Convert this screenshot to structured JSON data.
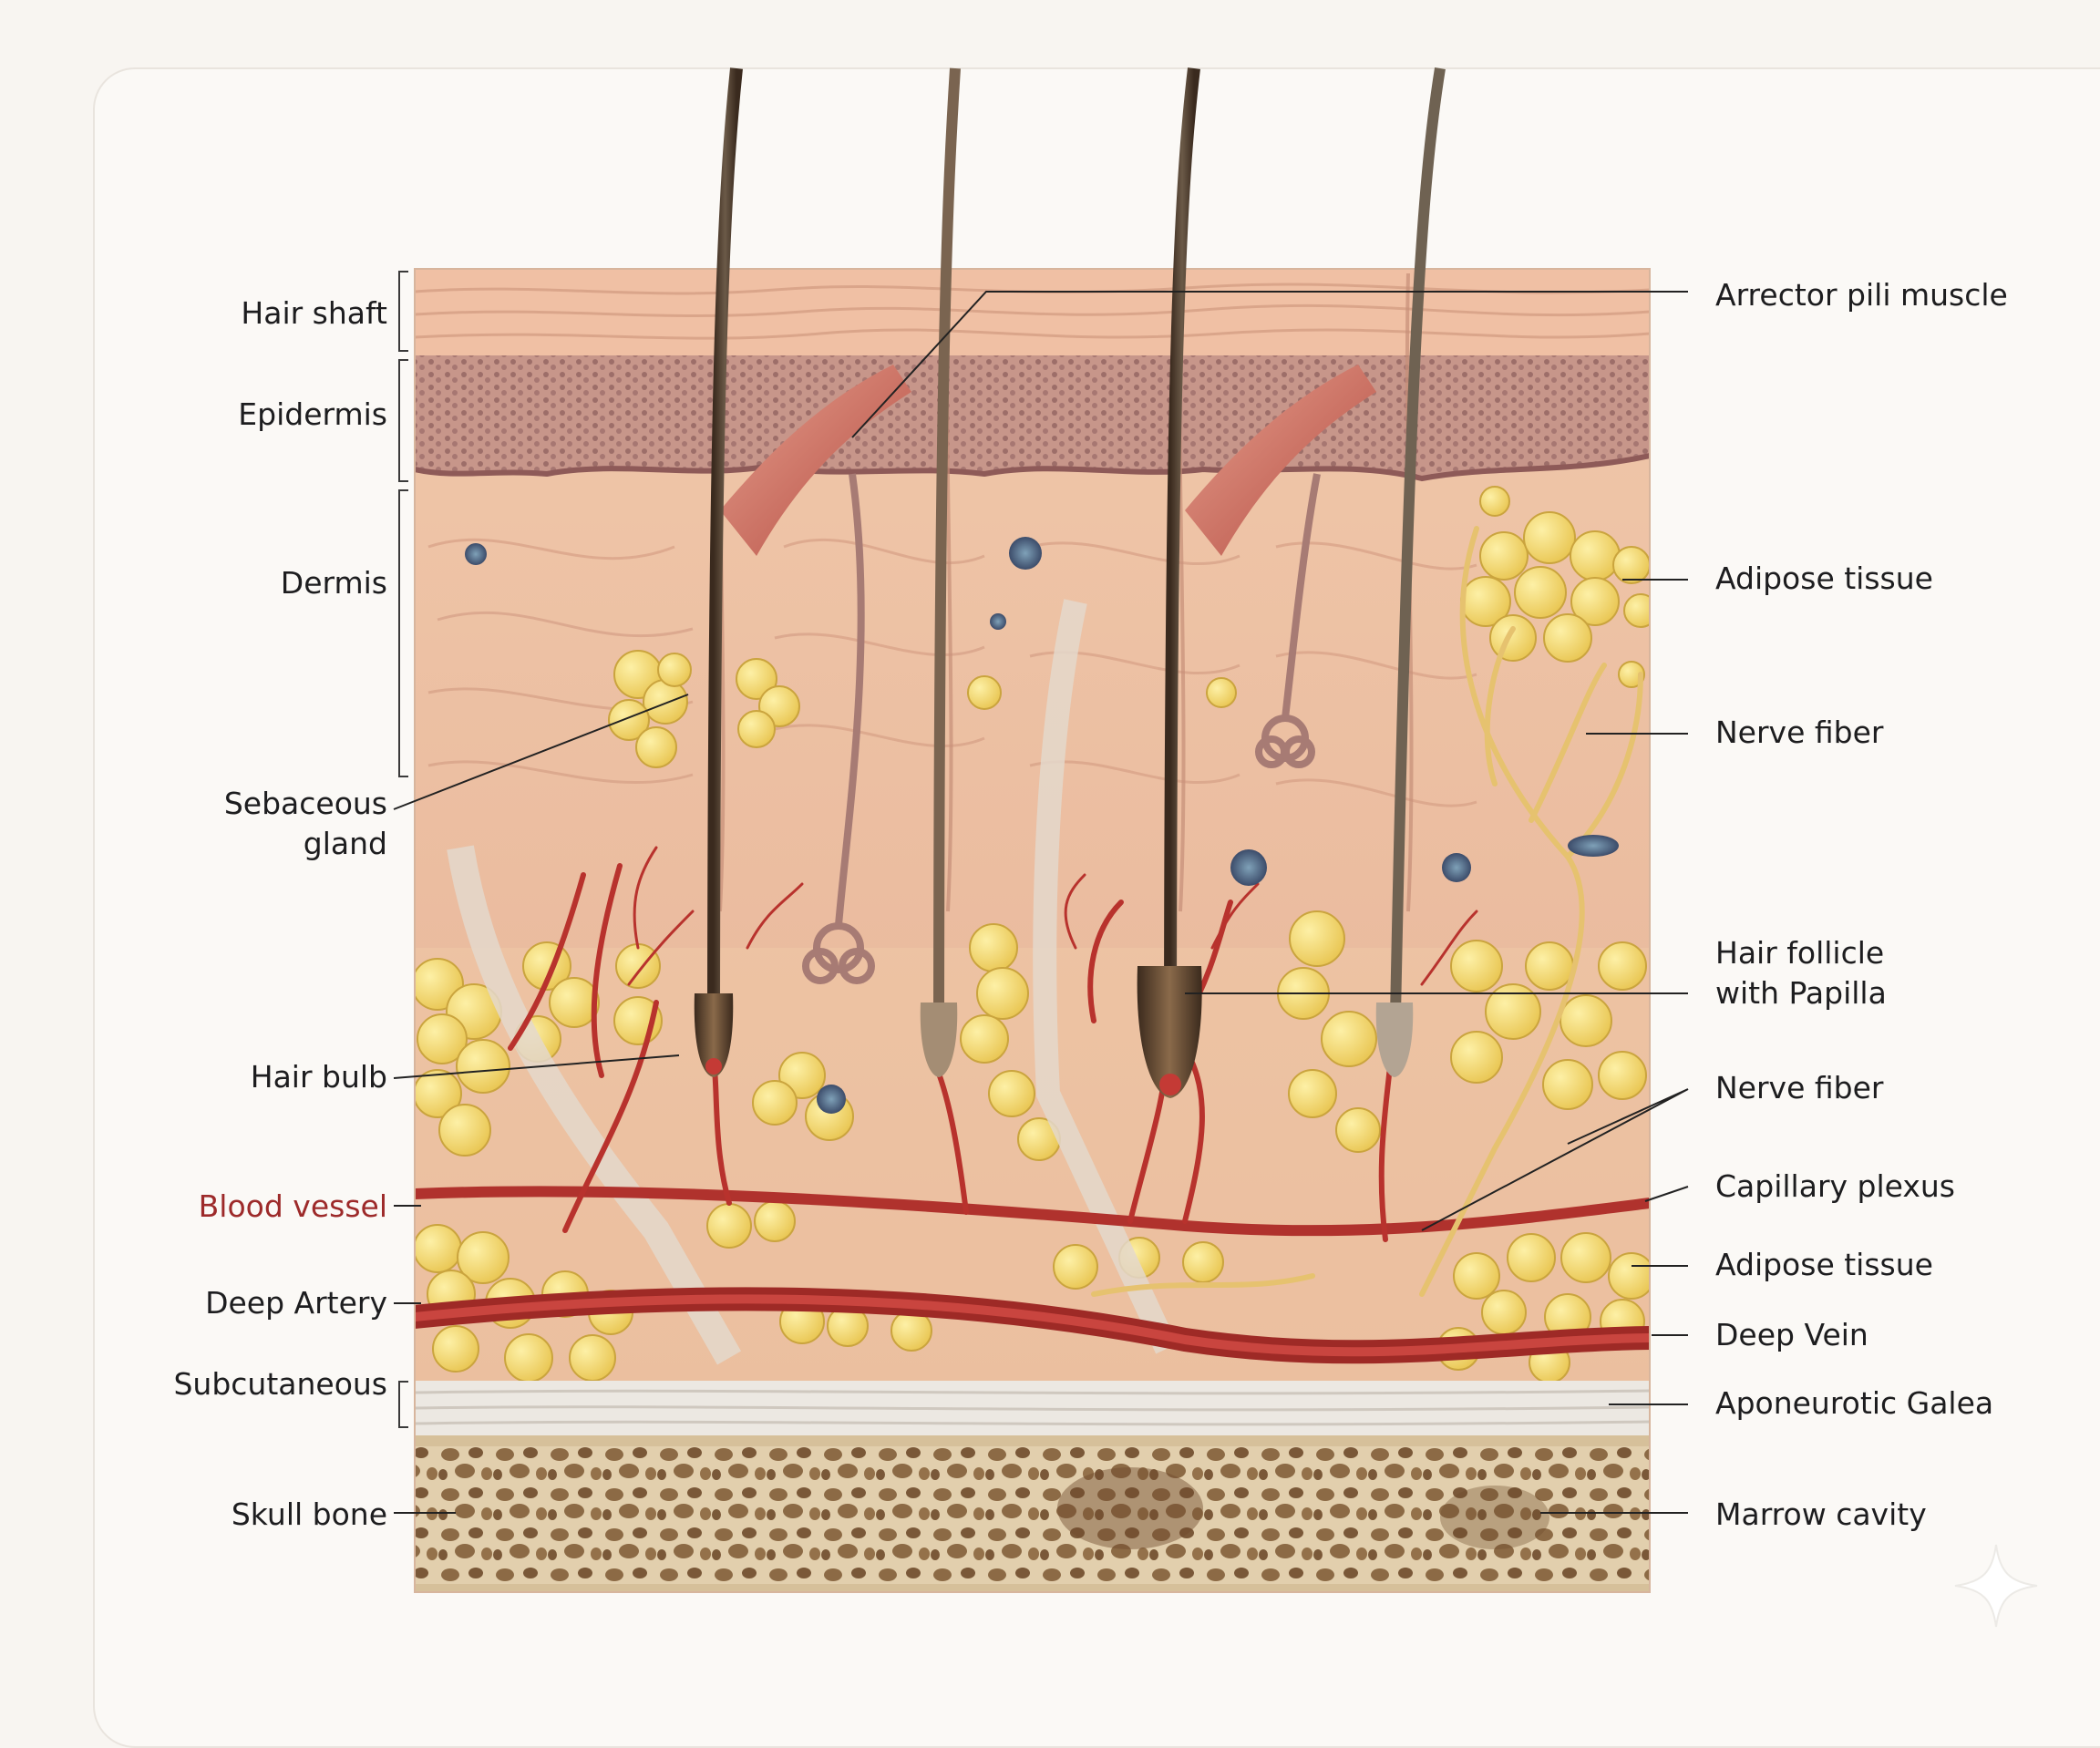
{
  "labels_left": {
    "hair_shaft": "Hair shaft",
    "epidermis": "Epidermis",
    "dermis": "Dermis",
    "sebaceous_gland": "Sebaceous\ngland",
    "hair_bulb": "Hair bulb",
    "blood_vessel": "Blood vessel",
    "deep_artery": "Deep Artery",
    "subcutaneous": "Subcutaneous",
    "skull_bone": "Skull bone"
  },
  "labels_right": {
    "arrector_pili": "Arrector pili muscle",
    "adipose_top": "Adipose tissue",
    "nerve_fiber_top": "Nerve fiber",
    "hair_follicle": "Hair follicle\nwith Papilla",
    "nerve_fiber_mid": "Nerve fiber",
    "capillary_plexus": "Capillary plexus",
    "adipose_bottom": "Adipose tissue",
    "deep_vein": "Deep Vein",
    "aponeurotic_galea": "Aponeurotic Galea",
    "marrow_cavity": "Marrow cavity"
  },
  "colors": {
    "skin": "#ecc3a8",
    "epidermis": "#c79485",
    "fat": "#f2d56a",
    "vessel": "#b8322d",
    "bone": "#d9c3a1",
    "label_accent": "#9d2a2a"
  },
  "icons": {
    "watermark": "sparkle-icon"
  }
}
